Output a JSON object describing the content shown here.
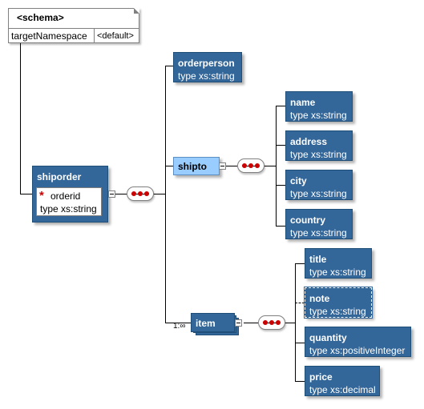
{
  "schema": {
    "title": "<schema>",
    "namespace_label": "targetNamespace",
    "namespace_value": "<default>"
  },
  "shiporder": {
    "name": "shiporder",
    "attr_name": "orderid",
    "attr_type": "type  xs:string",
    "required_mark": "*"
  },
  "orderperson": {
    "name": "orderperson",
    "type": "type  xs:string"
  },
  "shipto": {
    "name": "shipto",
    "children": [
      {
        "name": "name",
        "type": "type  xs:string"
      },
      {
        "name": "address",
        "type": "type  xs:string"
      },
      {
        "name": "city",
        "type": "type  xs:string"
      },
      {
        "name": "country",
        "type": "type  xs:string"
      }
    ]
  },
  "item": {
    "name": "item",
    "cardinality": "1:∞",
    "children": [
      {
        "name": "title",
        "type": "type  xs:string"
      },
      {
        "name": "note",
        "type": "type  xs:string",
        "optional": true
      },
      {
        "name": "quantity",
        "type": "type  xs:positiveInteger"
      },
      {
        "name": "price",
        "type": "type  xs:decimal"
      }
    ]
  },
  "colors": {
    "element_fill": "#336699",
    "shipto_fill": "#99ccff",
    "sequence_dots": "#cc0000"
  }
}
